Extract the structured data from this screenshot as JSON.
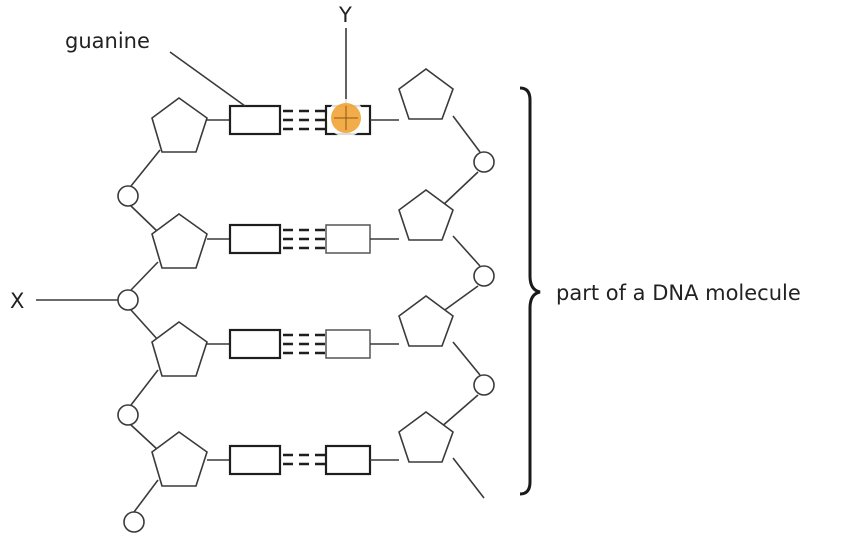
{
  "labels": {
    "guanine": "guanine",
    "y": "Y",
    "x": "X",
    "molecule": "part of a DNA molecule"
  },
  "colors": {
    "cursor_marker": "#f0a030"
  }
}
